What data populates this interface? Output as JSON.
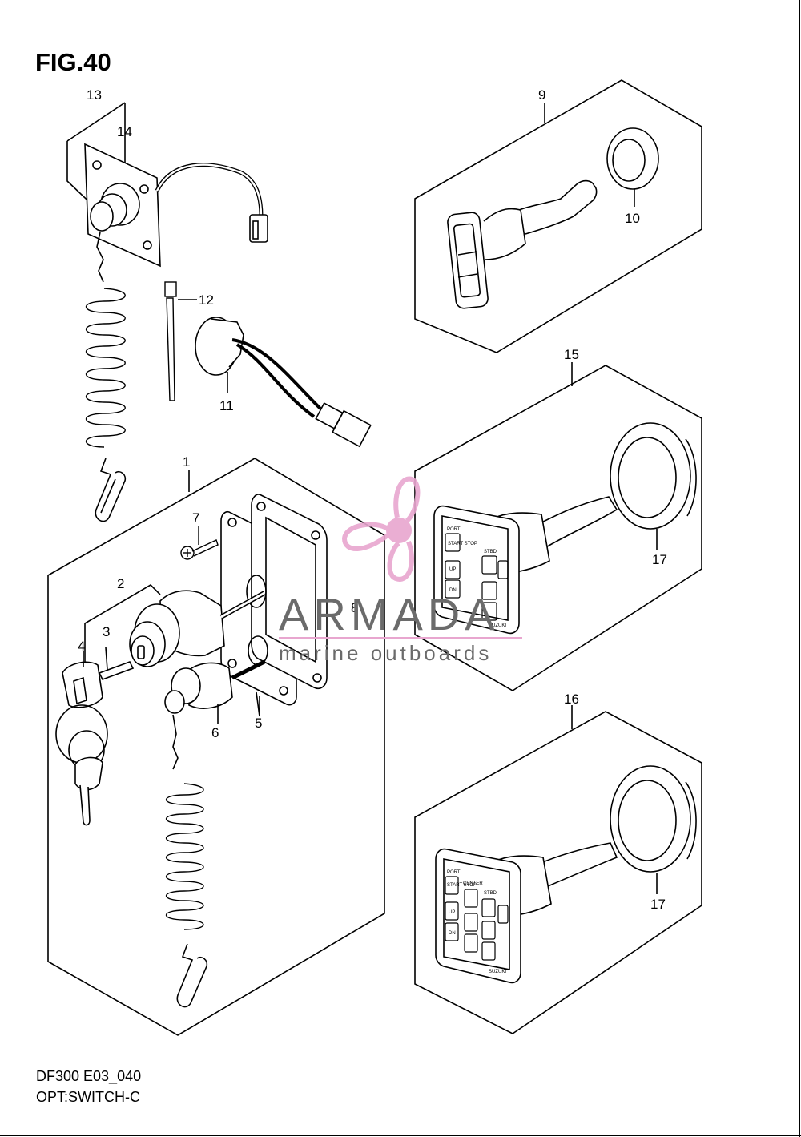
{
  "figure": {
    "title": "FIG.40",
    "model_code": "DF300 E03_040",
    "option_name": "OPT:SWITCH-C"
  },
  "callouts": [
    "1",
    "2",
    "3",
    "4",
    "5",
    "6",
    "7",
    "8",
    "9",
    "10",
    "11",
    "12",
    "13",
    "14",
    "15",
    "16",
    "17",
    "17"
  ],
  "watermark": {
    "brand": "ARMADA",
    "tagline": "marine outboards",
    "logo_color": "#e8a6cf"
  },
  "panel_labels": {
    "p15": {
      "port": "PORT",
      "stbd": "STBD",
      "start_stop": "START STOP",
      "up": "UP",
      "dn": "DN",
      "brand": "SUZUKI"
    },
    "p16": {
      "port": "PORT",
      "center": "CENTER",
      "stbd": "STBD",
      "start_stop": "START STOP",
      "up": "UP",
      "dn": "DN",
      "brand": "SUZUKI"
    }
  },
  "colors": {
    "line": "#000000",
    "background": "#ffffff"
  }
}
